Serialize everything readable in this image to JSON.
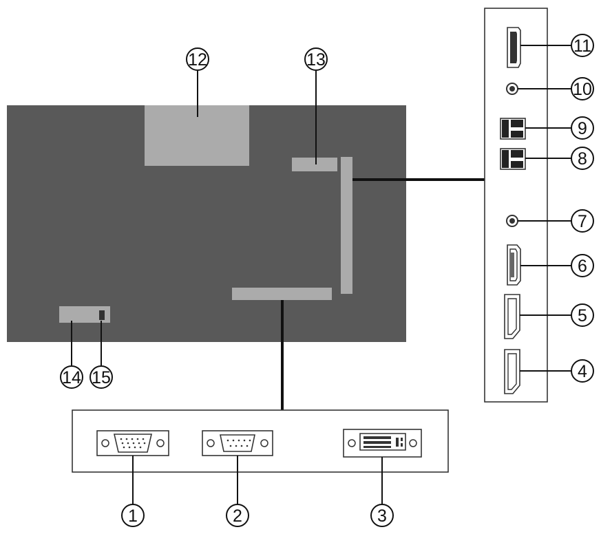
{
  "colors": {
    "tv_body": "#595959",
    "tv_block": "#ababab",
    "line": "#111111",
    "panel_border": "#333333"
  },
  "callouts": {
    "c1": "1",
    "c2": "2",
    "c3": "3",
    "c4": "4",
    "c5": "5",
    "c6": "6",
    "c7": "7",
    "c8": "8",
    "c9": "9",
    "c10": "10",
    "c11": "11",
    "c12": "12",
    "c13": "13",
    "c14": "14",
    "c15": "15"
  }
}
